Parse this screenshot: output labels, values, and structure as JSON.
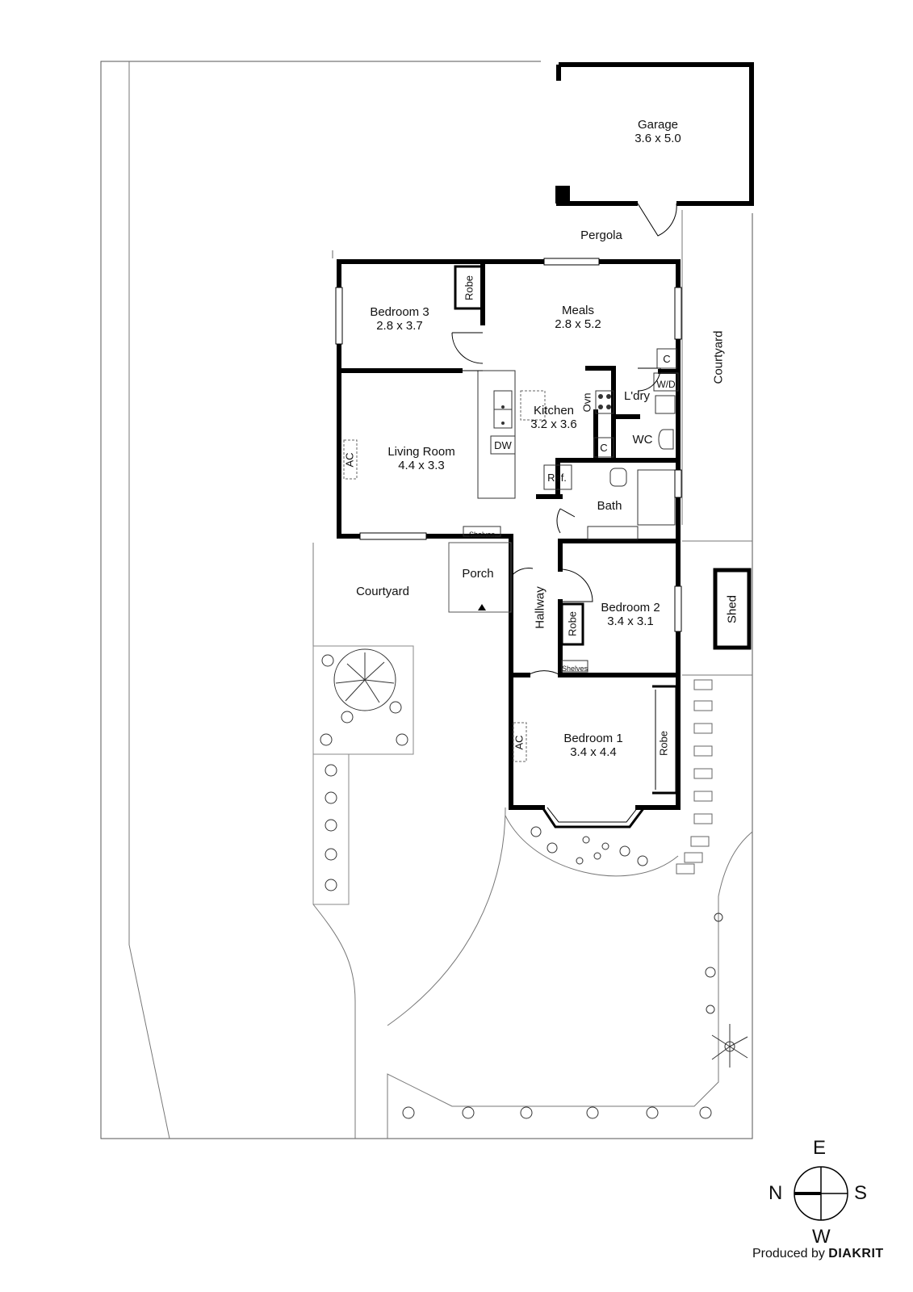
{
  "rooms": {
    "garage": {
      "name": "Garage",
      "dims": "3.6 x 5.0"
    },
    "pergola": {
      "name": "Pergola"
    },
    "bedroom3": {
      "name": "Bedroom 3",
      "dims": "2.8 x 3.7"
    },
    "meals": {
      "name": "Meals",
      "dims": "2.8 x 5.2"
    },
    "kitchen": {
      "name": "Kitchen",
      "dims": "3.2 x 3.6"
    },
    "living": {
      "name": "Living Room",
      "dims": "4.4 x 3.3"
    },
    "laundry": {
      "name": "L'dry"
    },
    "wc": {
      "name": "WC"
    },
    "bath": {
      "name": "Bath"
    },
    "porch": {
      "name": "Porch"
    },
    "hallway": {
      "name": "Hallway"
    },
    "bedroom2": {
      "name": "Bedroom 2",
      "dims": "3.4 x 3.1"
    },
    "bedroom1": {
      "name": "Bedroom 1",
      "dims": "3.4 x 4.4"
    },
    "courtyard_front": {
      "name": "Courtyard"
    },
    "courtyard_side": {
      "name": "Courtyard"
    },
    "shed": {
      "name": "Shed"
    }
  },
  "fixtures": {
    "robe": "Robe",
    "cupboard": "C",
    "washer_dryer": "W/D",
    "oven": "Ovn",
    "dishwasher": "DW",
    "fridge": "Ref.",
    "air_conditioner": "AC",
    "shelves": "Shelves"
  },
  "compass": {
    "north": "N",
    "south": "S",
    "east": "E",
    "west": "W"
  },
  "credit": {
    "prefix": "Produced by",
    "brand": "DIAKRIT"
  },
  "colors": {
    "wall": "#000000",
    "line": "#555555",
    "dots": "#9a9a9a"
  }
}
